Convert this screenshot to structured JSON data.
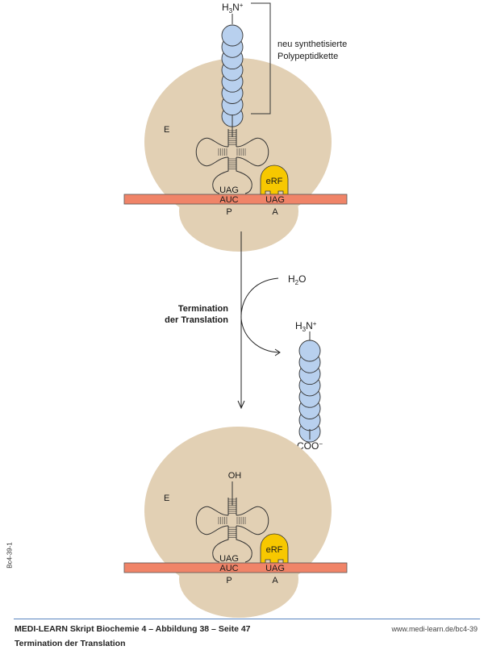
{
  "figure": {
    "top_panel": {
      "n_terminus_label": "H3N+",
      "chain_bracket_label_line1": "neu synthetisierte",
      "chain_bracket_label_line2": "Polypeptidkette",
      "e_site_label": "E",
      "anticodon": "UAG",
      "release_factor": "eRF",
      "mrna_codon_p": "AUC",
      "mrna_codon_a": "UAG",
      "p_site_label": "P",
      "a_site_label": "A",
      "chain_beads": 8
    },
    "transition": {
      "label_line1": "Termination",
      "label_line2": "der Translation",
      "water_label": "H2O",
      "released_chain_n_terminus": "H3N+",
      "released_chain_c_terminus": "COO−",
      "released_chain_beads": 8
    },
    "bottom_panel": {
      "trna_end_label": "OH",
      "e_site_label": "E",
      "anticodon": "UAG",
      "release_factor": "eRF",
      "mrna_codon_p": "AUC",
      "mrna_codon_a": "UAG",
      "p_site_label": "P",
      "a_site_label": "A"
    },
    "colors": {
      "ribosome": "#e2d0b4",
      "mrna": "#f08468",
      "peptide": "#b8d0ee",
      "release_factor": "#f7c800",
      "footer_rule": "#5a86c0"
    }
  },
  "footer": {
    "title": "MEDI-LEARN Skript Biochemie 4 – Abbildung 38 – Seite 47",
    "subtitle": "Termination der Translation",
    "url": "www.medi-learn.de/bc4-39",
    "side_code": "Bc4-39-1"
  }
}
